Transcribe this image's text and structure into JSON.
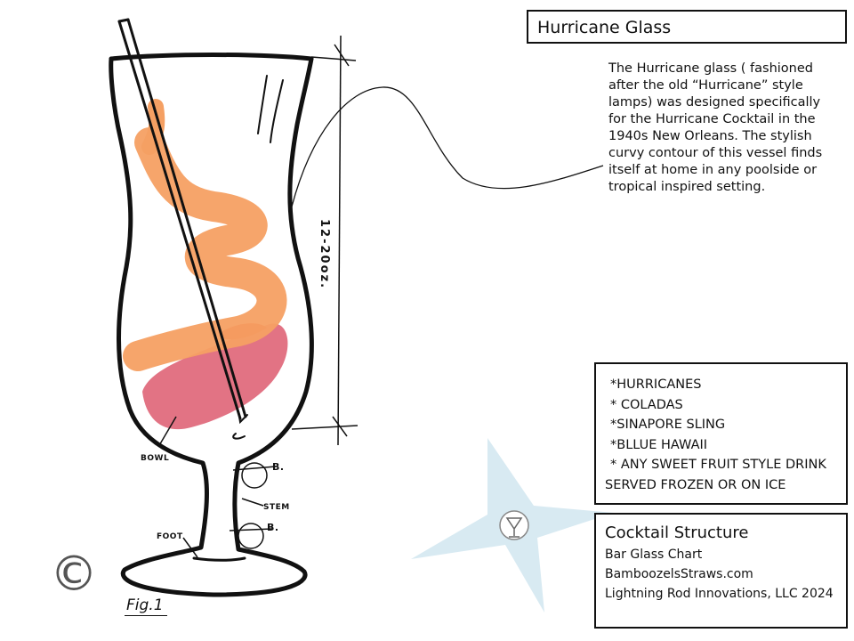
{
  "title": "Hurricane Glass",
  "description": "The Hurricane glass ( fashioned after the old “Hurricane” style lamps) was designed specifically for the Hurricane Cocktail in the 1940s New Orleans. The stylish curvy contour of this vessel finds itself at home in any poolside or tropical inspired setting.",
  "capacity_label": "12-20oz.",
  "part_labels": {
    "bowl": "BOWL",
    "stem": "STEM",
    "foot": "FOOT",
    "b_upper": "B.",
    "b_lower": "B."
  },
  "uses": [
    "*HURRICANES",
    "* COLADAS",
    "*SINAPORE SLING",
    "*BLLUE HAWAII",
    "* ANY SWEET FRUIT STYLE DRINK",
    "SERVED FROZEN OR ON ICE"
  ],
  "credits": {
    "heading": "Cocktail Structure",
    "line1": "Bar Glass Chart",
    "line2": "BamboozelsStraws.com",
    "line3": "Lightning Rod Innovations, LLC 2024"
  },
  "copyright_symbol": "©",
  "figure_label": "Fig.1",
  "colors": {
    "orange_swirl": "#f5a063",
    "pink_swirl": "#e0677a",
    "red_accent": "#e8402a",
    "star": "#d8eaf2",
    "outline": "#111111"
  }
}
